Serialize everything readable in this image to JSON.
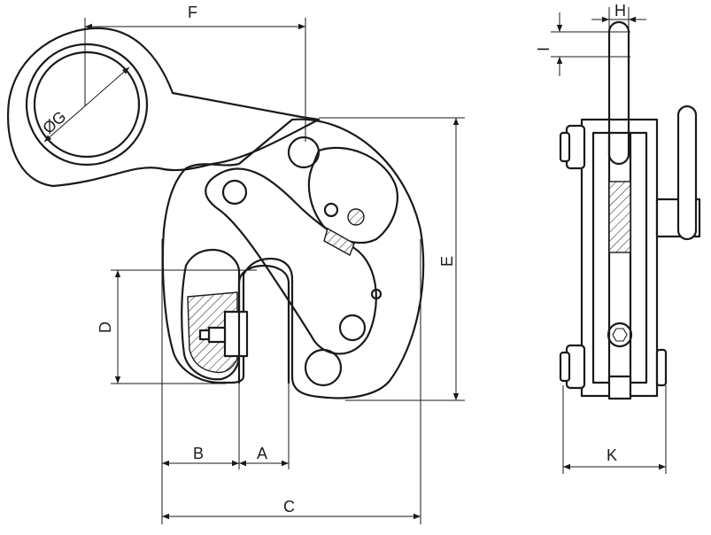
{
  "dimensions": {
    "F": "F",
    "G": "ØG",
    "E": "E",
    "D": "D",
    "B": "B",
    "A": "A",
    "C": "C",
    "H": "H",
    "I": "I",
    "K": "K"
  }
}
